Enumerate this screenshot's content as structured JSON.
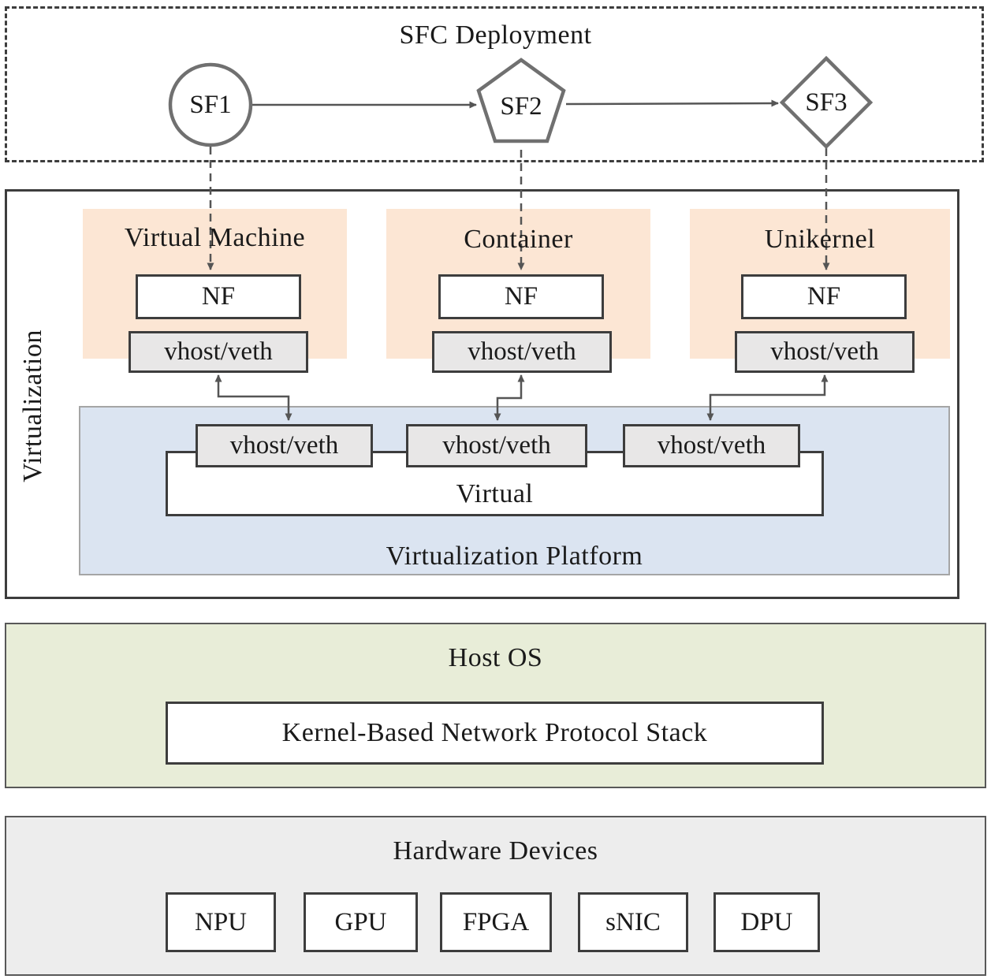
{
  "sfc": {
    "title": "SFC Deployment",
    "nodes": [
      {
        "label": "SF1",
        "shape": "circle"
      },
      {
        "label": "SF2",
        "shape": "pentagon"
      },
      {
        "label": "SF3",
        "shape": "diamond"
      }
    ]
  },
  "virtualization": {
    "label": "Virtualization",
    "columns": [
      {
        "title": "Virtual Machine",
        "nf_label": "NF",
        "port_label": "vhost/veth"
      },
      {
        "title": "Container",
        "nf_label": "NF",
        "port_label": "vhost/veth"
      },
      {
        "title": "Unikernel",
        "nf_label": "NF",
        "port_label": "vhost/veth"
      }
    ],
    "platform": {
      "title": "Virtualization Platform",
      "switch_label": "Virtual",
      "ports": [
        "vhost/veth",
        "vhost/veth",
        "vhost/veth"
      ]
    }
  },
  "host_os": {
    "title": "Host OS",
    "stack_label": "Kernel-Based Network Protocol Stack"
  },
  "hardware": {
    "title": "Hardware Devices",
    "devices": [
      "NPU",
      "GPU",
      "FPGA",
      "sNIC",
      "DPU"
    ]
  },
  "colors": {
    "guest_fill": "#fce6d4",
    "platform_fill": "#dbe4f1",
    "host_fill": "#e8edd8",
    "hardware_fill": "#ededed",
    "port_fill": "#e8e7e7",
    "border": "#3d3d3d",
    "shape_stroke": "#707070",
    "arrow": "#555555"
  }
}
